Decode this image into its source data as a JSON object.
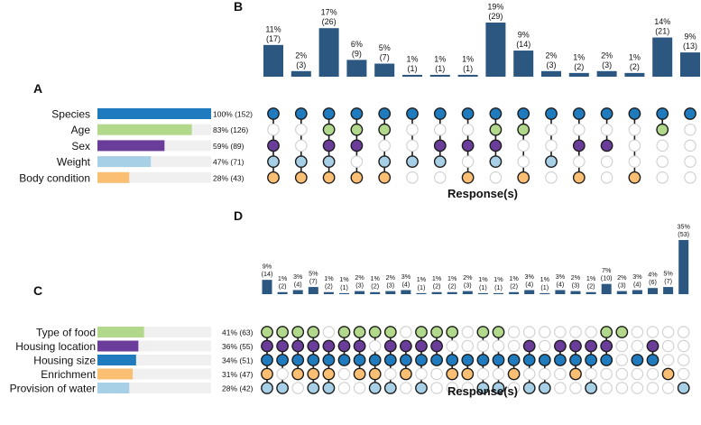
{
  "colors": {
    "bar": "#2b5781",
    "track": "#f0f0f0",
    "dot_empty_stroke": "#cfcfcf",
    "dot_stroke": "#1c1c1c",
    "blue": "#1f7bbd",
    "green": "#b2d88c",
    "purple": "#6b3d9a",
    "light_blue": "#a7cfe6",
    "orange": "#fbbf74"
  },
  "chart_data": [
    {
      "type": "upset",
      "panel_labels": {
        "sets": "A",
        "intersections": "B"
      },
      "xlabel": "Response(s)",
      "sets": [
        {
          "name": "Species",
          "label": "100% (152)",
          "percent": 100,
          "count": 152,
          "color": "#1f7bbd"
        },
        {
          "name": "Age",
          "label": "83% (126)",
          "percent": 83,
          "count": 126,
          "color": "#b2d88c"
        },
        {
          "name": "Sex",
          "label": "59% (89)",
          "percent": 59,
          "count": 89,
          "color": "#6b3d9a"
        },
        {
          "name": "Weight",
          "label": "47% (71)",
          "percent": 47,
          "count": 71,
          "color": "#a7cfe6"
        },
        {
          "name": "Body condition",
          "label": "28% (43)",
          "percent": 28,
          "count": 43,
          "color": "#fbbf74"
        }
      ],
      "intersections": [
        {
          "pct": "11%",
          "count": 17,
          "members": [
            0,
            2,
            3,
            4
          ]
        },
        {
          "pct": "2%",
          "count": 3,
          "members": [
            0,
            3,
            4
          ]
        },
        {
          "pct": "17%",
          "count": 26,
          "members": [
            0,
            1,
            2,
            3,
            4
          ]
        },
        {
          "pct": "6%",
          "count": 9,
          "members": [
            0,
            1,
            2,
            4
          ]
        },
        {
          "pct": "5%",
          "count": 7,
          "members": [
            0,
            1,
            3,
            4
          ]
        },
        {
          "pct": "1%",
          "count": 1,
          "members": [
            0,
            3
          ]
        },
        {
          "pct": "1%",
          "count": 1,
          "members": [
            0,
            2,
            3
          ]
        },
        {
          "pct": "1%",
          "count": 1,
          "members": [
            0,
            2,
            4
          ]
        },
        {
          "pct": "19%",
          "count": 29,
          "members": [
            0,
            1,
            2,
            3
          ]
        },
        {
          "pct": "9%",
          "count": 14,
          "members": [
            0,
            1,
            4
          ]
        },
        {
          "pct": "2%",
          "count": 3,
          "members": [
            0,
            3
          ]
        },
        {
          "pct": "1%",
          "count": 2,
          "members": [
            0,
            2,
            4
          ]
        },
        {
          "pct": "2%",
          "count": 3,
          "members": [
            0,
            2
          ]
        },
        {
          "pct": "1%",
          "count": 2,
          "members": [
            0,
            4
          ]
        },
        {
          "pct": "14%",
          "count": 21,
          "members": [
            0,
            1
          ]
        },
        {
          "pct": "9%",
          "count": 13,
          "members": [
            0
          ]
        }
      ]
    },
    {
      "type": "upset",
      "panel_labels": {
        "sets": "C",
        "intersections": "D"
      },
      "xlabel": "Response(s)",
      "sets": [
        {
          "name": "Type of food",
          "label": "41% (63)",
          "percent": 41,
          "count": 63,
          "color": "#b2d88c"
        },
        {
          "name": "Housing location",
          "label": "36% (55)",
          "percent": 36,
          "count": 55,
          "color": "#6b3d9a"
        },
        {
          "name": "Housing size",
          "label": "34% (51)",
          "percent": 34,
          "count": 51,
          "color": "#1f7bbd"
        },
        {
          "name": "Enrichment",
          "label": "31% (47)",
          "percent": 31,
          "count": 47,
          "color": "#fbbf74"
        },
        {
          "name": "Provision of water",
          "label": "28% (42)",
          "percent": 28,
          "count": 42,
          "color": "#a7cfe6"
        }
      ],
      "intersections": [
        {
          "pct": "9%",
          "count": 14,
          "members": [
            0,
            1,
            2,
            3,
            4
          ]
        },
        {
          "pct": "1%",
          "count": 2,
          "members": [
            0,
            1,
            2,
            4
          ]
        },
        {
          "pct": "3%",
          "count": 4,
          "members": [
            0,
            1,
            2,
            3
          ]
        },
        {
          "pct": "5%",
          "count": 7,
          "members": [
            0,
            1,
            2,
            3,
            4
          ]
        },
        {
          "pct": "1%",
          "count": 2,
          "members": [
            1,
            2,
            3,
            4
          ]
        },
        {
          "pct": "1%",
          "count": 1,
          "members": [
            0,
            1,
            2
          ]
        },
        {
          "pct": "2%",
          "count": 3,
          "members": [
            0,
            1,
            2,
            3
          ]
        },
        {
          "pct": "1%",
          "count": 2,
          "members": [
            0,
            2,
            3,
            4
          ]
        },
        {
          "pct": "2%",
          "count": 3,
          "members": [
            0,
            1,
            2,
            4
          ]
        },
        {
          "pct": "3%",
          "count": 4,
          "members": [
            1,
            2,
            3
          ]
        },
        {
          "pct": "1%",
          "count": 1,
          "members": [
            0,
            1,
            2,
            4
          ]
        },
        {
          "pct": "1%",
          "count": 2,
          "members": [
            0,
            1,
            2
          ]
        },
        {
          "pct": "1%",
          "count": 2,
          "members": [
            0,
            2,
            3
          ]
        },
        {
          "pct": "2%",
          "count": 3,
          "members": [
            2,
            3
          ]
        },
        {
          "pct": "1%",
          "count": 1,
          "members": [
            0,
            2,
            4
          ]
        },
        {
          "pct": "1%",
          "count": 1,
          "members": [
            0,
            2,
            4
          ]
        },
        {
          "pct": "1%",
          "count": 2,
          "members": [
            2,
            3
          ]
        },
        {
          "pct": "3%",
          "count": 4,
          "members": [
            1,
            2,
            4
          ]
        },
        {
          "pct": "1%",
          "count": 1,
          "members": [
            2,
            4
          ]
        },
        {
          "pct": "3%",
          "count": 4,
          "members": [
            1,
            2
          ]
        },
        {
          "pct": "2%",
          "count": 3,
          "members": [
            1,
            2,
            3
          ]
        },
        {
          "pct": "1%",
          "count": 2,
          "members": [
            1,
            2,
            4
          ]
        },
        {
          "pct": "7%",
          "count": 10,
          "members": [
            0,
            1,
            2
          ]
        },
        {
          "pct": "2%",
          "count": 3,
          "members": [
            0
          ]
        },
        {
          "pct": "3%",
          "count": 4,
          "members": [
            2
          ]
        },
        {
          "pct": "4%",
          "count": 6,
          "members": [
            1,
            2
          ]
        },
        {
          "pct": "5%",
          "count": 7,
          "members": [
            3
          ]
        },
        {
          "pct": "35%",
          "count": 53,
          "members": [
            4
          ]
        }
      ]
    }
  ]
}
